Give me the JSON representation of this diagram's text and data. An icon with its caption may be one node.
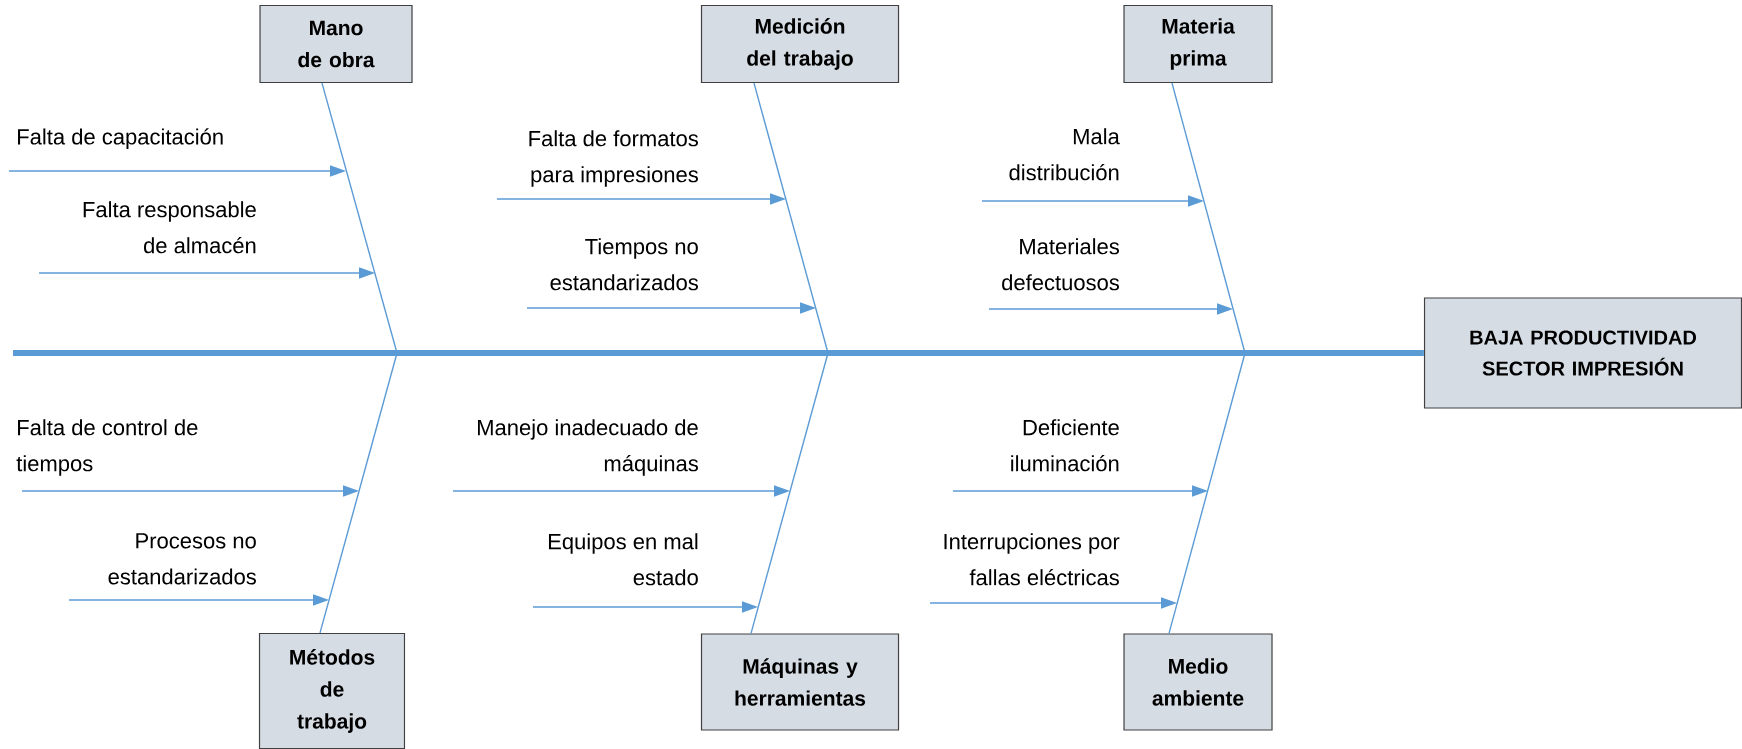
{
  "diagram": {
    "nodes": [
      {
        "text": [
          "Mano de obra"
        ]
      },
      {
        "text": [
          "Medición del trabajo"
        ]
      },
      {
        "text": [
          "Materia prima"
        ]
      },
      {
        "text": [
          "BAJA PRODUCTIVIDAD SECTOR IMPRESIÓN"
        ]
      },
      {
        "text": [
          "Métodos de trabajo"
        ]
      },
      {
        "text": [
          "Máquinas y herramientas"
        ]
      },
      {
        "text": [
          "Medio ambiente"
        ]
      },
      {
        "text": [
          "Falta de capacitación"
        ]
      },
      {
        "text": [
          "Falta responsable de almacén"
        ]
      },
      {
        "text": [
          "Falta de formatos para impresiones"
        ]
      },
      {
        "text": [
          "Tiempos no estandarizados"
        ]
      },
      {
        "text": [
          "Mala distribución"
        ]
      },
      {
        "text": [
          "Materiales defectuosos"
        ]
      },
      {
        "text": [
          "Falta de control de tiempos"
        ]
      },
      {
        "text": [
          "Procesos no estandarizados"
        ]
      },
      {
        "text": [
          "Manejo inadecuado de máquinas"
        ]
      },
      {
        "text": [
          "Equipos en mal estado"
        ]
      },
      {
        "text": [
          "Deficiente iluminación"
        ]
      },
      {
        "text": [
          "Interrupciones por fallas eléctricas"
        ]
      }
    ],
    "edges": [
      {
        "from": null,
        "to": 3,
        "arrow": "none",
        "style": "thick"
      },
      {
        "from": 0,
        "to": null,
        "arrow": "none"
      },
      {
        "from": 1,
        "to": null,
        "arrow": "none"
      },
      {
        "from": 2,
        "to": null,
        "arrow": "none"
      },
      {
        "from": 4,
        "to": null,
        "arrow": "none"
      },
      {
        "from": 5,
        "to": null,
        "arrow": "none"
      },
      {
        "from": 6,
        "to": null,
        "arrow": "none"
      },
      {
        "from": 7,
        "to": null,
        "arrow": "to"
      },
      {
        "from": 8,
        "to": null,
        "arrow": "to"
      },
      {
        "from": 9,
        "to": null,
        "arrow": "to"
      },
      {
        "from": 10,
        "to": null,
        "arrow": "to"
      },
      {
        "from": 11,
        "to": null,
        "arrow": "to"
      },
      {
        "from": 12,
        "to": null,
        "arrow": "to"
      },
      {
        "from": 13,
        "to": null,
        "arrow": "to"
      },
      {
        "from": 14,
        "to": null,
        "arrow": "to"
      },
      {
        "from": 15,
        "to": null,
        "arrow": "to"
      },
      {
        "from": 16,
        "to": null,
        "arrow": "to"
      },
      {
        "from": 17,
        "to": null,
        "arrow": "to"
      },
      {
        "from": 18,
        "to": null,
        "arrow": "to"
      }
    ]
  }
}
